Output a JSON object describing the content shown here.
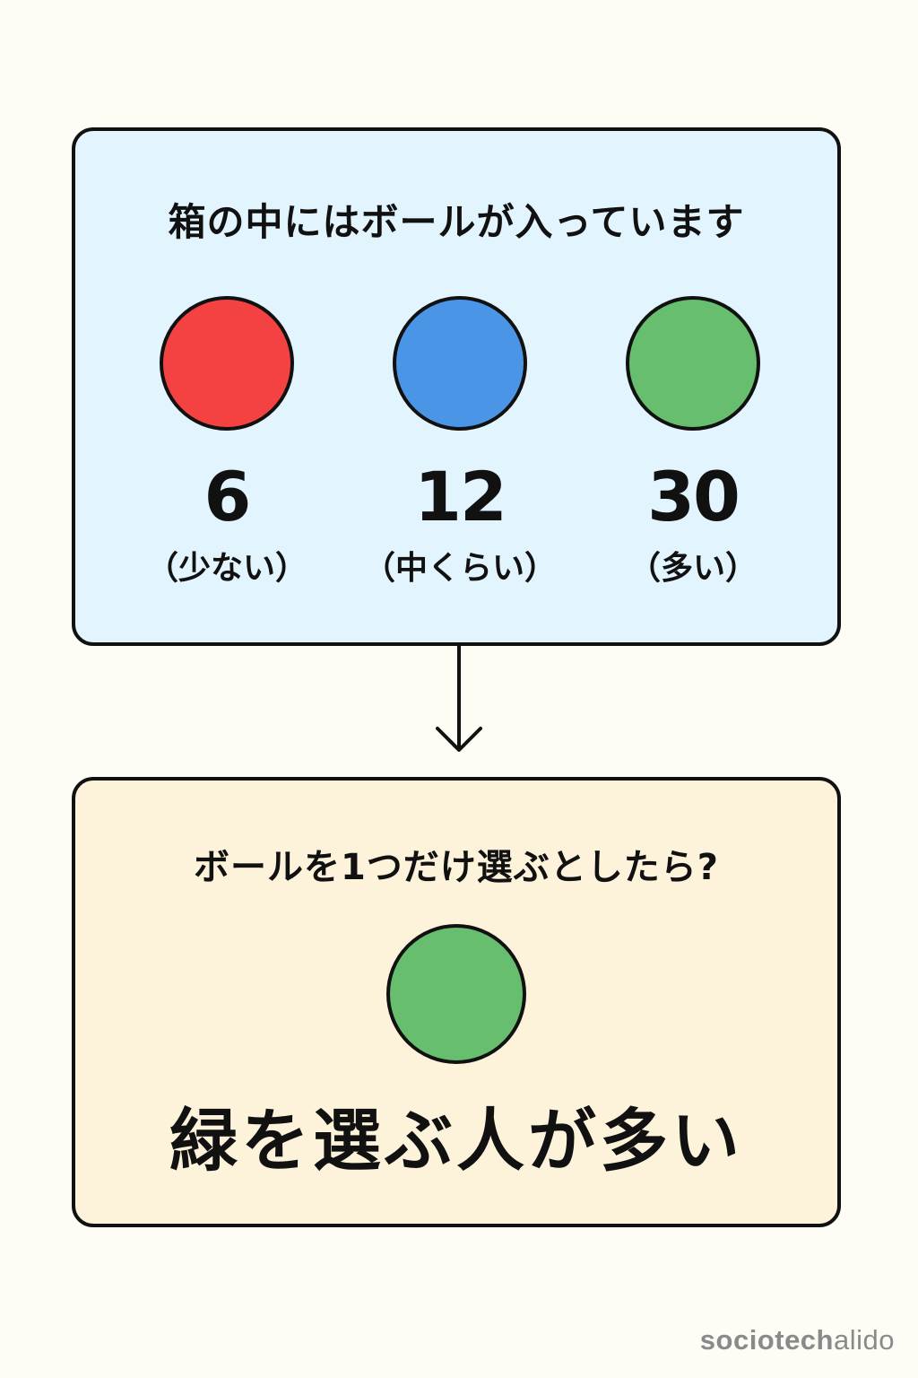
{
  "top_box": {
    "heading": "箱の中にはボールが入っています",
    "balls": [
      {
        "color": "#f44242",
        "count": "6",
        "label": "（少ない）"
      },
      {
        "color": "#4a95e6",
        "count": "12",
        "label": "（中くらい）"
      },
      {
        "color": "#66be6e",
        "count": "30",
        "label": "（多い）"
      }
    ]
  },
  "bottom_box": {
    "question": "ボールを1つだけ選ぶとしたら?",
    "answer_ball_color": "#66be6e",
    "answer": "緑を選ぶ人が多い"
  },
  "watermark": {
    "bold_part": "sociotech",
    "light_part": "alido"
  }
}
